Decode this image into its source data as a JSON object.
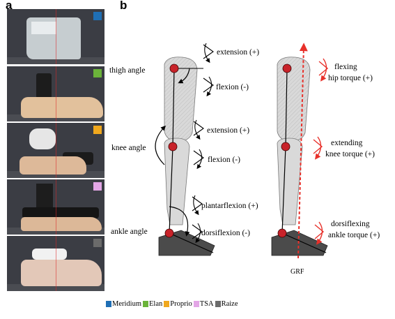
{
  "panels": {
    "a": "a",
    "b": "b"
  },
  "legend": [
    {
      "label": "Meridium",
      "color": "#1f6fb5"
    },
    {
      "label": "Elan",
      "color": "#6bb33a"
    },
    {
      "label": "Proprio",
      "color": "#f0a81e"
    },
    {
      "label": "TSA",
      "color": "#e3a6e6"
    },
    {
      "label": "Raize",
      "color": "#6b6b6b"
    }
  ],
  "left_leg": {
    "thigh": "thigh angle",
    "knee": "knee angle",
    "ankle": "ankle angle",
    "hip_extension": "extension (+)",
    "hip_flexion": "flexion (-)",
    "knee_extension": "extension (+)",
    "knee_flexion": "flexion (-)",
    "ankle_plantar": "plantarflexion (+)",
    "ankle_dorsi": "dorsiflexion (-)"
  },
  "right_leg": {
    "hip_line1": "flexing",
    "hip_line2": "hip torque (+)",
    "knee_line1": "extending",
    "knee_line2": "knee torque (+)",
    "ankle_line1": "dorsiflexing",
    "ankle_line2": "ankle torque (+)",
    "grf": "GRF"
  },
  "colors": {
    "torque_red": "#e8302a",
    "joint_red": "#c8232a",
    "leg_gray": "#d9d9d9"
  }
}
